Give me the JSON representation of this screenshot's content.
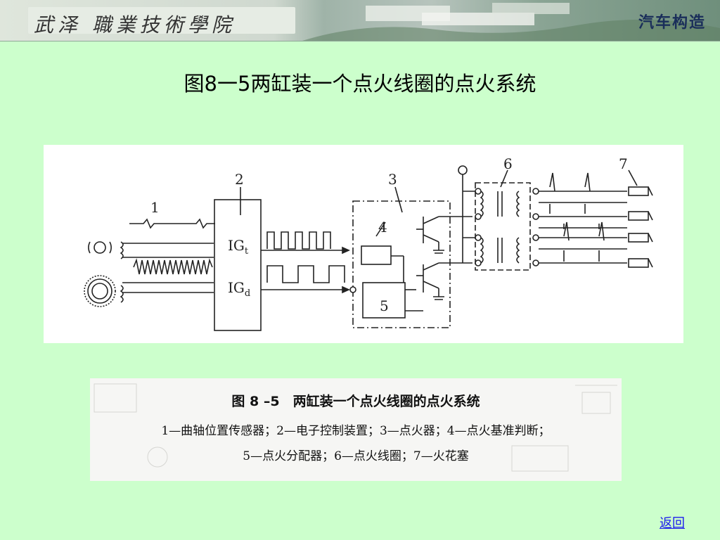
{
  "header": {
    "brand": "武泽 職業技術學院",
    "course_title": "汽车构造"
  },
  "slide_title": "图8一5两缸装一个点火线圈的点火系统",
  "diagram": {
    "labels": {
      "n1": "1",
      "n2": "2",
      "n3": "3",
      "n4": "4",
      "n5": "5",
      "n6": "6",
      "n7": "7",
      "ig_t_main": "IG",
      "ig_t_sub": "t",
      "ig_d_main": "IG",
      "ig_d_sub": "d"
    }
  },
  "caption": {
    "title": "图 8 –5　两缸装一个点火线圈的点火系统",
    "line1": "1—曲轴位置传感器；2—电子控制装置；3—点火器；4—点火基准判断；",
    "line2": "5—点火分配器；6—点火线圈；7—火花塞"
  },
  "nav": {
    "return_label": "返回"
  }
}
